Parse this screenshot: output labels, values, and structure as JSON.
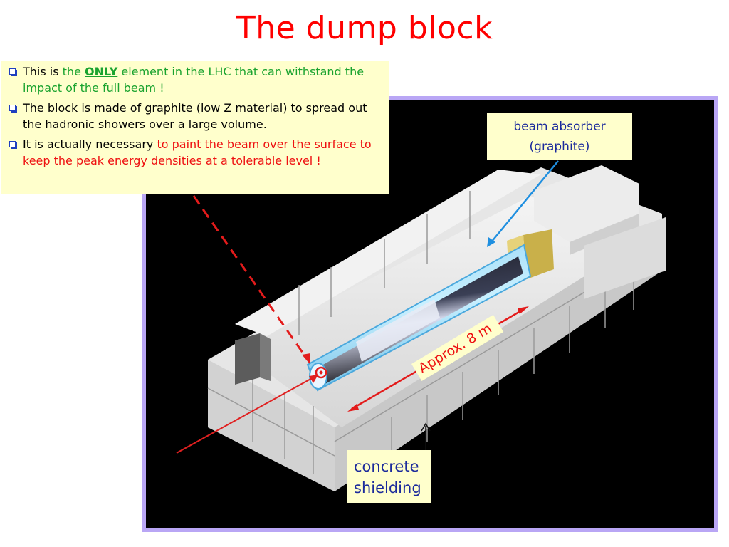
{
  "slide": {
    "title": "The dump block"
  },
  "bullets": [
    {
      "parts": [
        "This is ",
        "the ",
        "ONLY",
        " element in the LHC that can withstand the impact of the full beam !"
      ]
    },
    {
      "parts": [
        "The block is made of graphite (low Z material) to spread out the hadronic showers over a large volume."
      ]
    },
    {
      "parts": [
        "It is actually necessary ",
        "to paint the beam over the surface to keep the peak energy densities at a tolerable level !"
      ]
    }
  ],
  "labels": {
    "absorber_line1": "beam absorber",
    "absorber_line2": "(graphite)",
    "concrete_line1": "concrete",
    "concrete_line2": "shielding",
    "length": "Approx. 8 m"
  },
  "colors": {
    "title": "#ff0000",
    "highlight_green": "#1aa32f",
    "highlight_red": "#ee1111",
    "callout_bg": "#ffffcc",
    "frame_border": "#b9a6f5",
    "label_text": "#1b2a9c"
  },
  "icons": {
    "bullet": "hollow-square-bullet-icon"
  }
}
